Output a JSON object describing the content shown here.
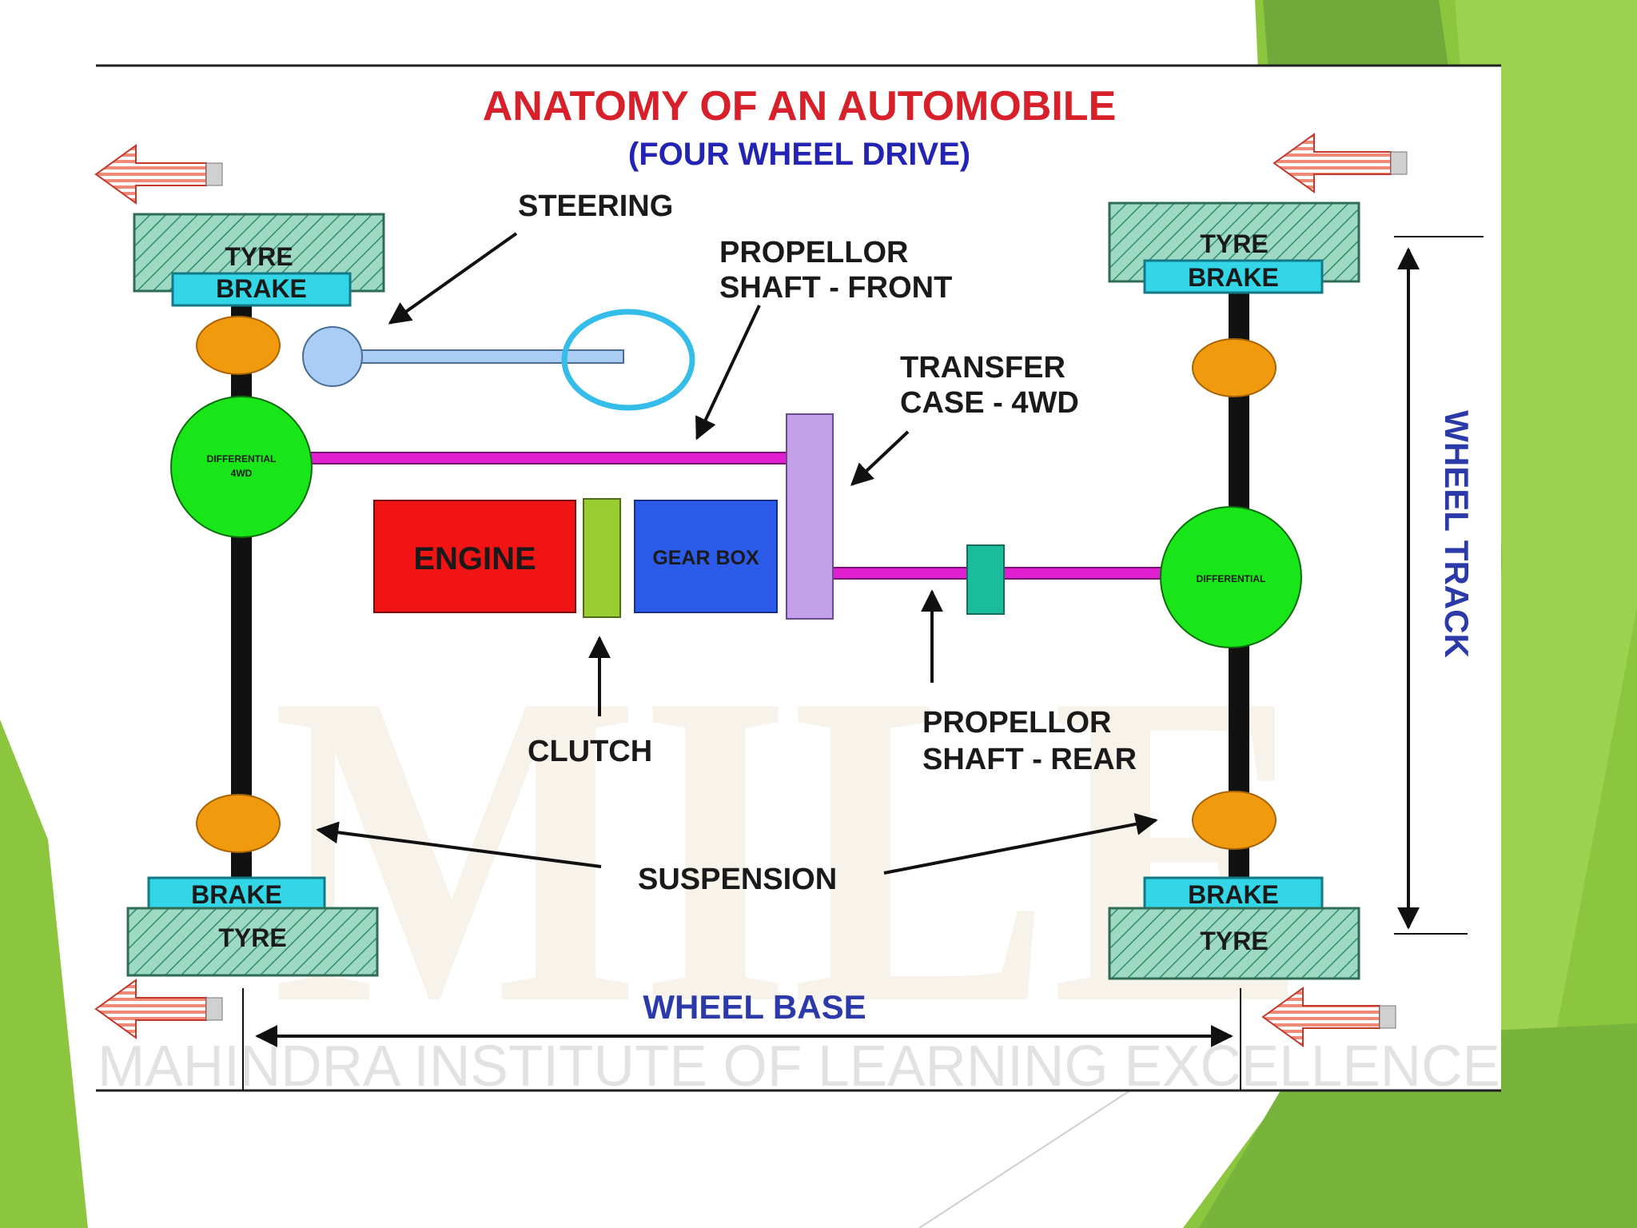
{
  "colors": {
    "title": "#d8202a",
    "subtitle": "#2323b4",
    "blue_label": "#2b3aa8",
    "tyre_fill": "#8fd0b8",
    "brake_fill": "#33d6e6",
    "axle": "#111111",
    "suspension": "#f29a0d",
    "differential": "#19e619",
    "shaft": "#e020d0",
    "engine": "#f01414",
    "clutch": "#9acd32",
    "gearbox": "#2c5bea",
    "transfer_case": "#c4a0e8",
    "joint": "#1abc9c",
    "steering_ring": "#33bde8",
    "steering_ball": "#a9cdf5",
    "slide_green": "#8cc63f"
  },
  "diagram": {
    "title": "ANATOMY OF AN AUTOMOBILE",
    "subtitle": "(FOUR WHEEL DRIVE)",
    "labels": {
      "steering": "STEERING",
      "prop_front_1": "PROPELLOR",
      "prop_front_2": "SHAFT - FRONT",
      "transfer_1": "TRANSFER",
      "transfer_2": "CASE - 4WD",
      "clutch": "CLUTCH",
      "prop_rear_1": "PROPELLOR",
      "prop_rear_2": "SHAFT - REAR",
      "suspension": "SUSPENSION",
      "wheel_base": "WHEEL BASE",
      "wheel_track": "WHEEL TRACK"
    },
    "components": {
      "engine": "ENGINE",
      "gearbox": "GEAR BOX",
      "diff_front_1": "DIFFERENTIAL",
      "diff_front_2": "4WD",
      "diff_rear": "DIFFERENTIAL",
      "tyre": "TYRE",
      "brake": "BRAKE"
    },
    "watermark": {
      "logo": "MILE",
      "text": "MAHINDRA INSTITUTE OF LEARNING EXCELLENCE"
    }
  }
}
